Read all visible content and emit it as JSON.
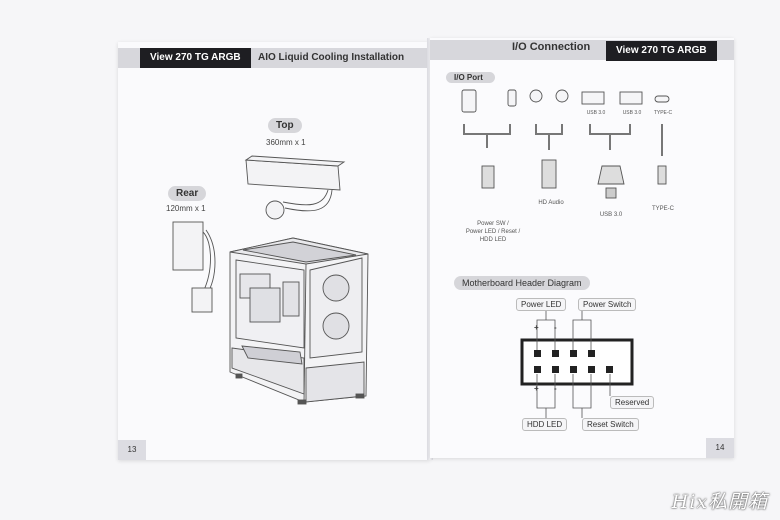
{
  "left_page": {
    "tab": "View 270 TG ARGB",
    "title": "AIO Liquid Cooling Installation",
    "top_label": "Top",
    "top_size": "360mm x 1",
    "rear_label": "Rear",
    "rear_size": "120mm x 1",
    "page_number": "13"
  },
  "right_page": {
    "title": "I/O Connection",
    "tab": "View 270 TG ARGB",
    "io_port_label": "I/O Port",
    "connectors": {
      "usb_a1": "USB 3.0",
      "usb_a2": "USB 3.0",
      "type_c": "TYPE-C"
    },
    "io_captions": {
      "power": "Power SW / Power LED / Reset / HDD LED",
      "power_lines": [
        "Power SW /",
        "Power LED / Reset /",
        "HDD LED"
      ],
      "hd_audio": "HD Audio",
      "usb3": "USB 3.0",
      "typec": "TYPE-C"
    },
    "diagram_title": "Motherboard Header Diagram",
    "header_labels": {
      "power_led": "Power LED",
      "power_switch": "Power Switch",
      "reserved": "Reserved",
      "hdd_led": "HDD LED",
      "reset_switch": "Reset Switch"
    },
    "polarity": {
      "plus": "+",
      "minus": "-"
    },
    "page_number": "14"
  },
  "watermark": "Hix私開箱",
  "colors": {
    "tab": "#1e1e22",
    "header_bar": "#d7d7dc",
    "page": "#fafafc"
  }
}
